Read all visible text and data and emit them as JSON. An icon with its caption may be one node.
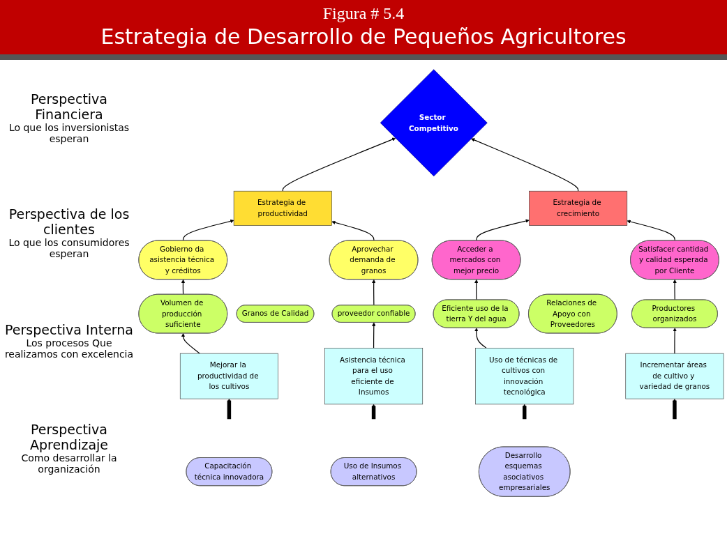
{
  "diagram": {
    "title": "Estrategia de Desarrollo de Pequeños Agricultores",
    "nodes": [
      {
        "text": [
          "Sector Competitivo"
        ]
      },
      {
        "text": [
          "Estrategia de productividad"
        ]
      },
      {
        "text": [
          "Estrategia de crecimiento"
        ]
      },
      {
        "text": [
          "Gobierno da asistencia técnica y créditos"
        ]
      },
      {
        "text": [
          "Aprovechar demanda de granos"
        ]
      },
      {
        "text": [
          "Acceder a mercados con mejor precio"
        ]
      },
      {
        "text": [
          "Satisfacer cantidad y calidad esperada por Cliente"
        ]
      },
      {
        "text": [
          "Volumen de producción suficiente"
        ]
      },
      {
        "text": [
          "Granos de Calidad"
        ]
      },
      {
        "text": [
          "proveedor confiable"
        ]
      },
      {
        "text": [
          "Eficiente uso de la tierra Y del agua"
        ]
      },
      {
        "text": [
          "Relaciones de Apoyo con Proveedores"
        ]
      },
      {
        "text": [
          "Productores organizados"
        ]
      },
      {
        "text": [
          "Mejorar la productividad de los cultivos"
        ]
      },
      {
        "text": [
          "Asistencia técnica para el uso eficiente de Insumos"
        ]
      },
      {
        "text": [
          "Uso de técnicas de cultivos con innovación tecnológica"
        ]
      },
      {
        "text": [
          "Incrementar áreas de cultivo y variedad de granos"
        ]
      },
      {
        "text": [
          "Capacitación técnica innovadora"
        ]
      },
      {
        "text": [
          "Uso de Insumos alternativos"
        ]
      },
      {
        "text": [
          "Desarrollo esquemas asociativos empresariales"
        ]
      }
    ],
    "edges": [
      {
        "from": 1,
        "to": 0,
        "arrow": "to"
      },
      {
        "from": 2,
        "to": 0,
        "arrow": "to"
      },
      {
        "from": 3,
        "to": 1,
        "arrow": "to"
      },
      {
        "from": 4,
        "to": 1,
        "arrow": "to"
      },
      {
        "from": 5,
        "to": 2,
        "arrow": "to"
      },
      {
        "from": 6,
        "to": 2,
        "arrow": "to"
      },
      {
        "from": 7,
        "to": 3,
        "arrow": "to"
      },
      {
        "from": 9,
        "to": 4,
        "arrow": "to"
      },
      {
        "from": 10,
        "to": 5,
        "arrow": "to"
      },
      {
        "from": 12,
        "to": 6,
        "arrow": "to"
      },
      {
        "from": 13,
        "to": 7,
        "arrow": "to"
      },
      {
        "from": 14,
        "to": 9,
        "arrow": "to"
      },
      {
        "from": 15,
        "to": 10,
        "arrow": "to"
      },
      {
        "from": 16,
        "to": 12,
        "arrow": "to"
      },
      {
        "from": null,
        "to": 13,
        "arrow": "to",
        "style": "thick"
      },
      {
        "from": null,
        "to": 14,
        "arrow": "to",
        "style": "thick"
      },
      {
        "from": null,
        "to": 15,
        "arrow": "to",
        "style": "thick"
      },
      {
        "from": null,
        "to": 16,
        "arrow": "to",
        "style": "thick"
      }
    ],
    "labels": [
      "Figura # 5.4",
      "Perspectiva Financiera",
      "Lo que los inversionistas esperan",
      "Perspectiva de los clientes",
      "Lo que los consumidores esperan",
      "Perspectiva Interna",
      "Los procesos Que realizamos con excelencia",
      "Perspectiva Aprendizaje",
      "Como desarrollar la organización"
    ]
  }
}
